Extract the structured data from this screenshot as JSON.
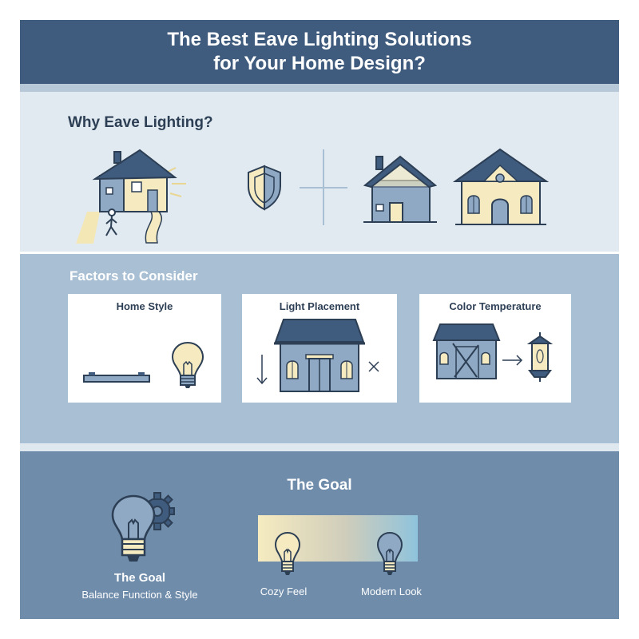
{
  "header": {
    "title_line1": "The Best Eave Lighting Solutions",
    "title_line2": "for Your Home Design?"
  },
  "why": {
    "title": "Why Eave Lighting?"
  },
  "factors": {
    "title": "Factors to Consider",
    "cards": [
      {
        "title": "Home Style"
      },
      {
        "title": "Light Placement"
      },
      {
        "title": "Color Temperature"
      }
    ]
  },
  "goal": {
    "title": "The Goal",
    "left_title": "The Goal",
    "left_subtitle": "Balance Function & Style",
    "scale": {
      "left_label": "Cozy Feel",
      "right_label": "Modern Look"
    }
  },
  "colors": {
    "navy": "#3f5b7d",
    "house_blue": "#8fa9c4",
    "roof": "#3f5b7d",
    "warm": "#f6ebc0",
    "gradient_right": "#8fc3dc"
  },
  "icons": [
    "house-lit-icon",
    "walking-person-icon",
    "shield-icon",
    "plus-icon",
    "house-icon",
    "house-arched-icon",
    "bulb-icon",
    "eave-bar-icon",
    "arrow-down-icon",
    "x-icon",
    "arrow-right-icon",
    "lantern-icon",
    "bulb-gear-icon"
  ]
}
